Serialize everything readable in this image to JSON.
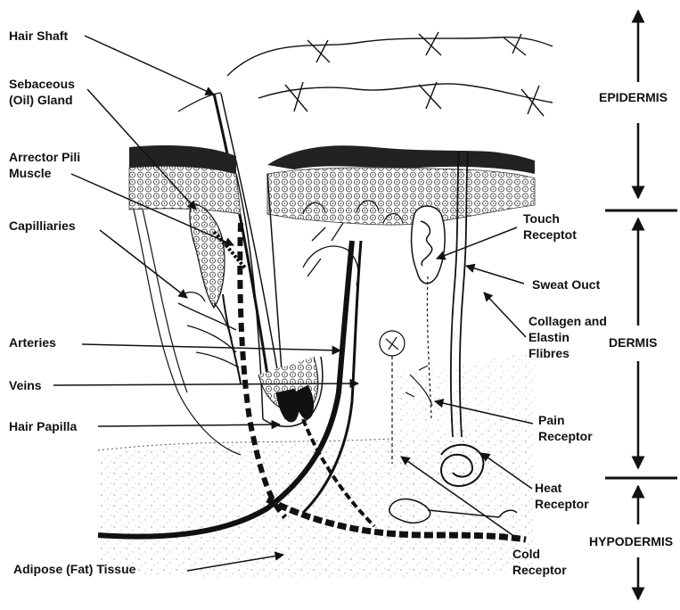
{
  "labels": {
    "hair_shaft": "Hair Shaft",
    "sebaceous_1": "Sebaceous",
    "sebaceous_2": "(Oil) Gland",
    "arrector_1": "Arrector Pili",
    "arrector_2": "Muscle",
    "capillaries": "Capilliaries",
    "arteries": "Arteries",
    "veins": "Veins",
    "hair_papilla": "Hair Papilla",
    "adipose": "Adipose (Fat) Tissue",
    "touch_1": "Touch",
    "touch_2": "Receptot",
    "sweat_duct": "Sweat Ouct",
    "collagen_1": "Collagen and",
    "collagen_2": "Elastin",
    "collagen_3": "Flibres",
    "pain_1": "Pain",
    "pain_2": "Receptor",
    "heat_1": "Heat",
    "heat_2": "Receptor",
    "cold_1": "Cold",
    "cold_2": "Receptor"
  },
  "layers": {
    "epidermis": "EPIDERMIS",
    "dermis": "DERMIS",
    "hypodermis": "HYPODERMIS"
  },
  "colors": {
    "ink": "#111111",
    "paper": "#ffffff",
    "stipple": "#8a8a8a"
  }
}
